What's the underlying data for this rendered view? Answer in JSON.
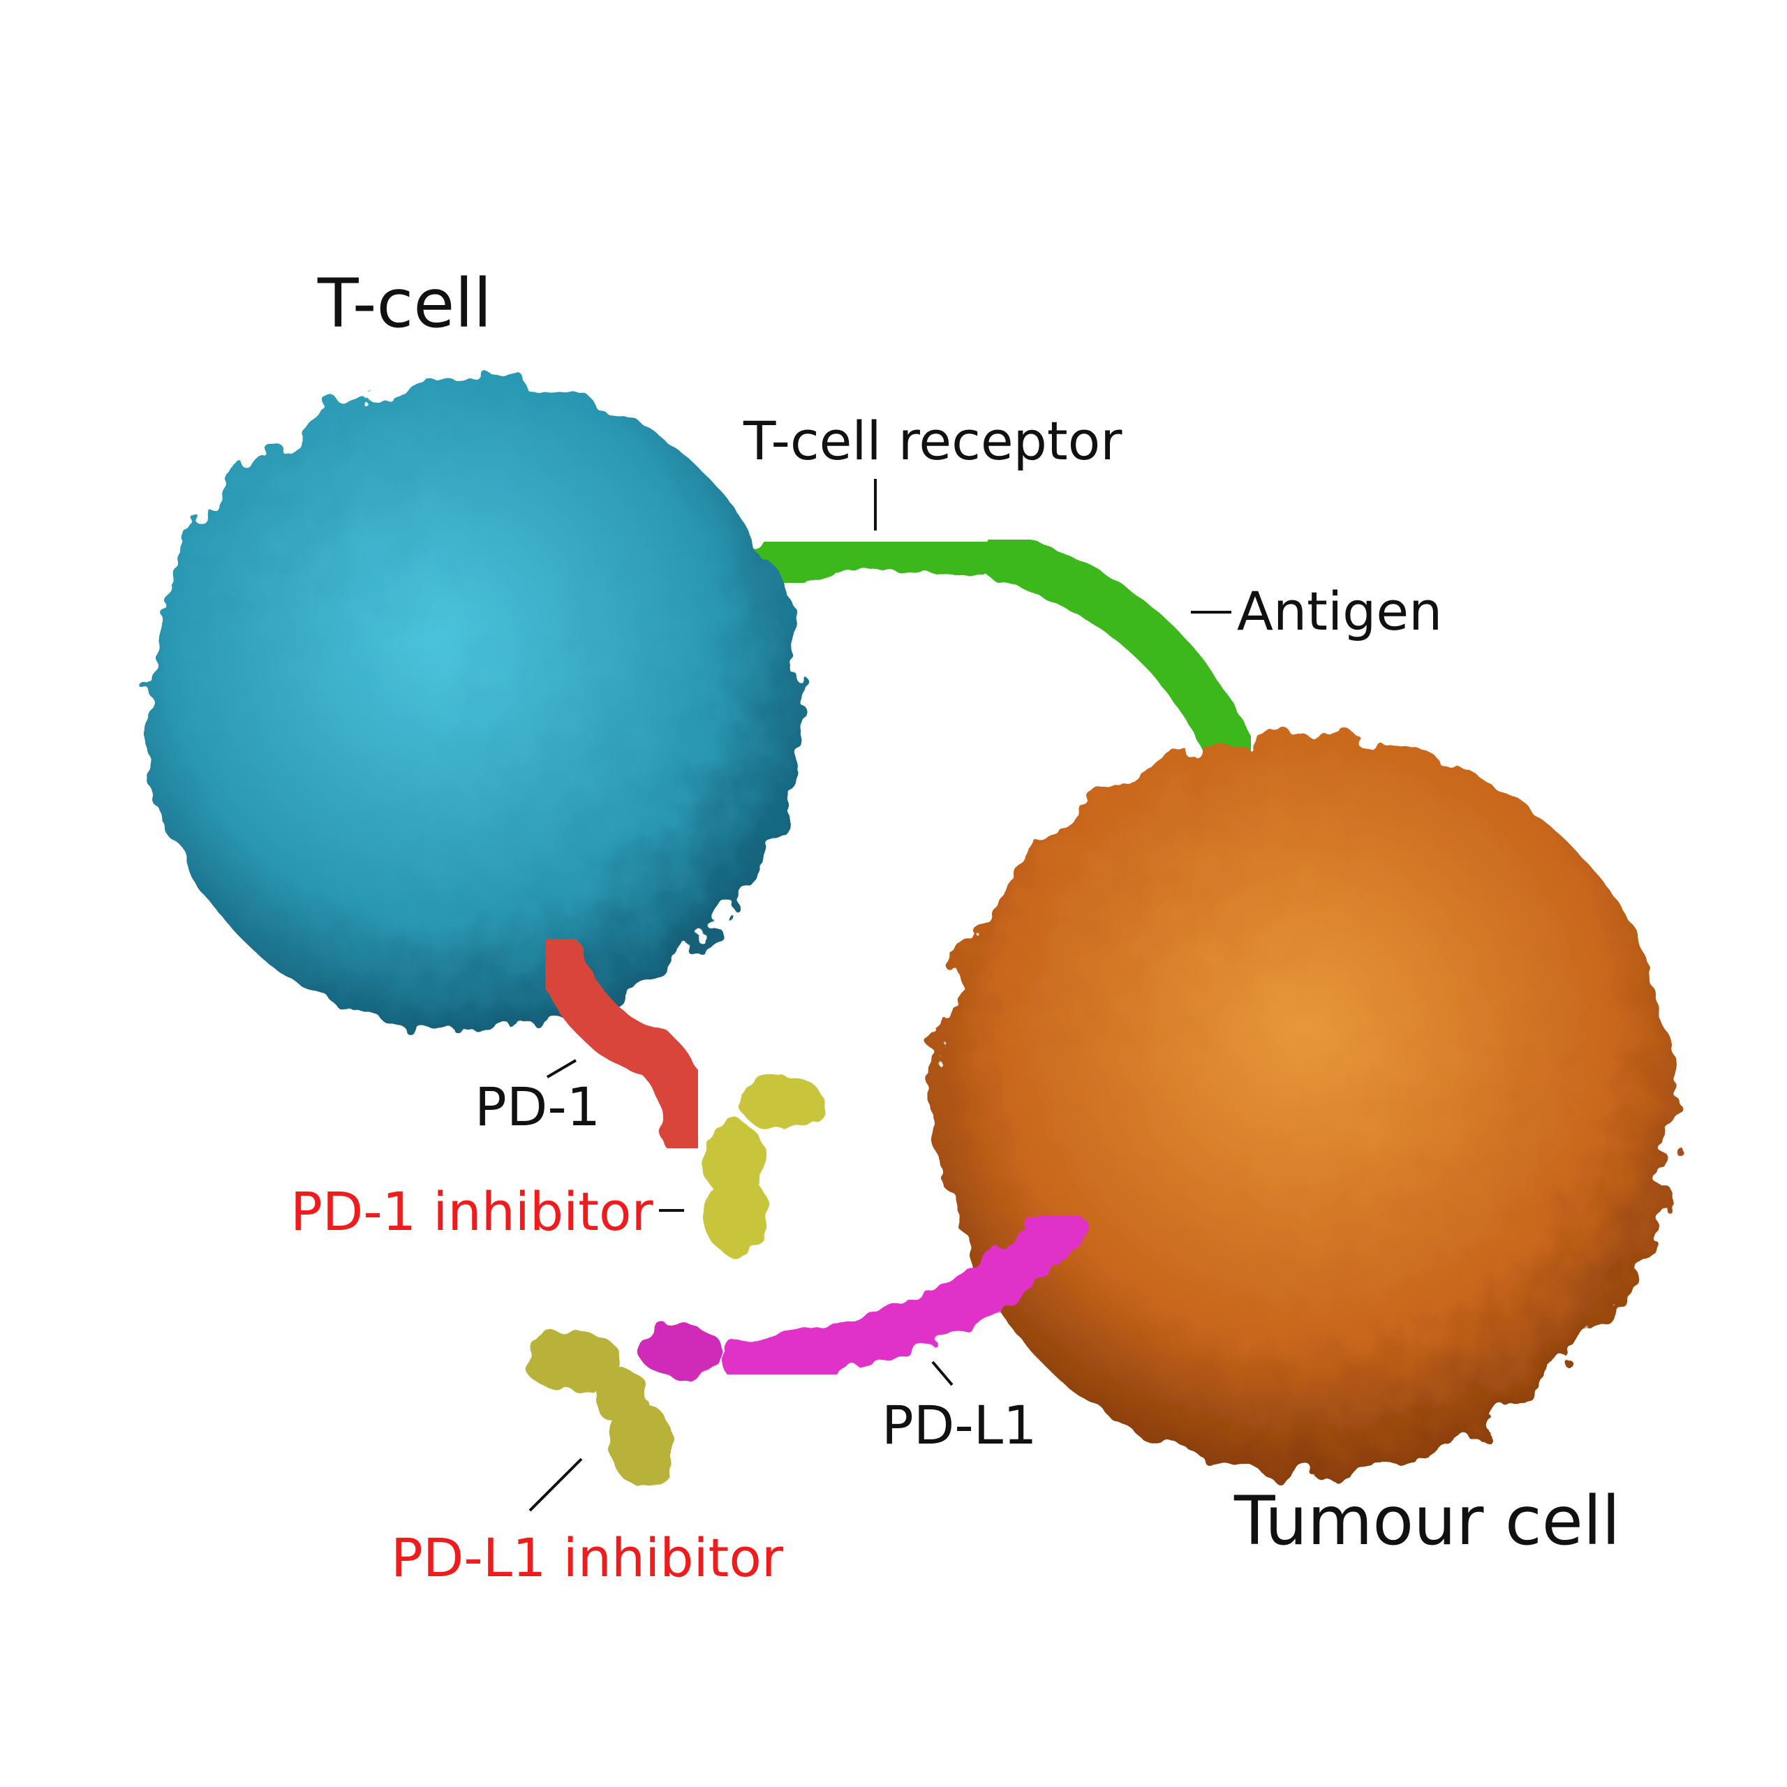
{
  "labels": {
    "t_cell": "T-cell",
    "t_cell_receptor": "T-cell receptor",
    "antigen": "Antigen",
    "pd1": "PD-1",
    "pd1_inhibitor": "PD-1 inhibitor",
    "pdl1": "PD-L1",
    "pdl1_inhibitor": "PD-L1 inhibitor",
    "tumour_cell": "Tumour cell"
  },
  "colors": {
    "t_cell": "#2a9bb5",
    "tumour_cell": "#c8661c",
    "receptor": "#3cb81e",
    "pd1": "#d9443a",
    "pdl1": "#e033c8",
    "antibody": "#c8c43a",
    "inhibitor_label": "#ee1c1c"
  }
}
